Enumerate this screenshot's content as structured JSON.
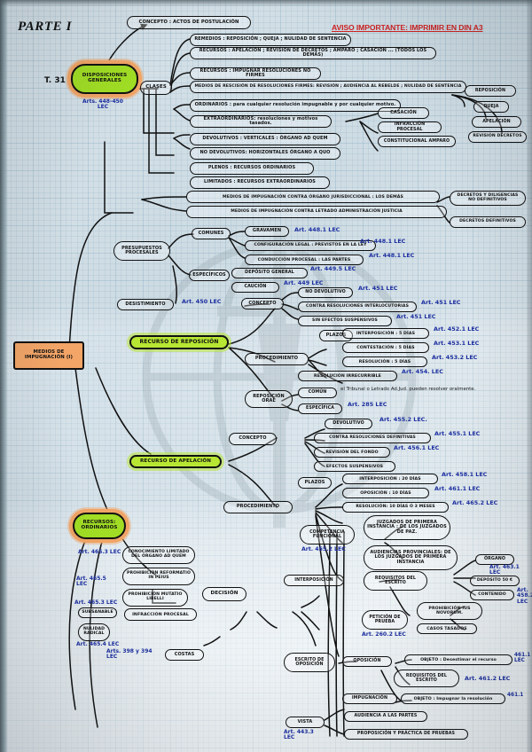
{
  "page": {
    "title": "PARTE I",
    "notice": "AVISO IMPORTANTE: IMPRIMIR EN DIN A3",
    "topic_ref": "T. 31",
    "colors": {
      "paper": "#d5e1e8",
      "grid": "#78a0b9",
      "ink": "#111111",
      "article_ink": "#1b2fa6",
      "notice_red": "#d42020",
      "highlight_green": "#b6e82b",
      "highlight_orange": "#f5a463"
    }
  },
  "nodes": {
    "disposiciones_generales": "DISPOSICIONES GENERALES",
    "disposiciones_generales_ref": "Arts. 448-450\nLEC",
    "clases": "CLASES",
    "concepto_top": "CONCEPTO : ACTOS DE POSTULACIÓN",
    "remedios": "REMEDIOS : REPOSICIÓN ; QUEJA ; NULIDAD DE SENTENCIA",
    "recursos_lista": "RECURSOS : APELACIÓN ; REVISIÓN DE DECRETOS ; AMPARO ; CASACIÓN ... (TODOS LOS DEMÁS)",
    "recursos_impugnar": "RECURSOS : Impugnar resoluciones no firmes",
    "medios_rescision": "MEDIOS DE RESCISIÓN DE RESOLUCIONES FIRMES: REVISIÓN ; AUDIENCIA AL REBELDE ; NULIDAD DE SENTENCIA",
    "ordinarios": "ORDINARIOS : para cualquier resolución impugnable y por cualquier motivo.",
    "extraordinarios": "EXTRAORDINARIOS: resoluciones y motivos tasados.",
    "casacion": "CASACIÓN",
    "infraccion_procesal": "INFRACCIÓN PROCESAL",
    "constitucional_amparo": "CONSTITUCIONAL AMPARO",
    "reposicion_r": "REPOSICIÓN",
    "queja_r": "QUEJA",
    "apelacion_r": "APELACIÓN",
    "revision_decretos_r": "REVISIÓN DECRETOS",
    "devolutivos": "DEVOLUTIVOS : VERTICALES : Órgano ad quem",
    "no_devolutivos": "NO DEVOLUTIVOS: HORIZONTALES  Órgano a quo",
    "plenos": "PLENOS : RECURSOS ORDINARIOS",
    "limitados": "LIMITADOS : RECURSOS EXTRAORDINARIOS",
    "medios_contra_organo": "MEDIOS DE IMPUGNACIÓN CONTRA ÓRGANO JURISDICCIONAL : LOS DEMÁS",
    "medios_contra_letrado": "MEDIOS DE IMPUGNACIÓN CONTRA LETRADO ADMINISTRACIÓN JUSTICIA",
    "decretos_no_definitivos": "DECRETOS Y DILIGENCIAS NO DEFINITIVOS",
    "decretos_definitivos": "DECRETOS DEFINITIVOS",
    "presupuestos_procesales": "PRESUPUESTOS PROCESALES",
    "comunes": "COMUNES",
    "especificos": "ESPECÍFICOS",
    "gravamen": "GRAVAMEN",
    "configuracion_legal": "CONFIGURACIÓN LEGAL : PREVISTOS EN LA LEY",
    "conduccion_procesal": "CONDUCCIÓN PROCESAL : LAS PARTES",
    "deposito_general": "DEPÓSITO GENERAL",
    "caucion": "CAUCIÓN",
    "desistimiento": "DESISTIMIENTO",
    "recurso_reposicion": "RECURSO DE REPOSICIÓN",
    "concepto_rep": "CONCEPTO",
    "no_devolutivo": "NO DEVOLUTIVO",
    "contra_interlocutorias": "CONTRA RESOLUCIONES INTERLOCUTORIAS",
    "sin_efectos_suspensivos": "SIN EFECTOS SUSPENSIVOS",
    "procedimiento_rep": "PROCEDIMIENTO",
    "plazos_rep": "PLAZOS",
    "interposicion_5": "INTERPOSICIÓN : 5 DÍAS",
    "contestacion_5": "CONTESTACIÓN : 5 DÍAS",
    "resolucion_5": "RESOLUCIÓN : 5 DÍAS",
    "resolucion_irrecurrible": "RESOLUCIÓN IRRECURRIBLE",
    "reposicion_oral": "REPOSICIÓN ORAL",
    "comun": "COMÚN",
    "comun_desc": "el Tribunal o Letrado Ad.Jud. pueden resolver oralmente.",
    "especifica": "ESPECÍFICA",
    "recurso_apelacion": "RECURSO DE APELACIÓN",
    "concepto_ape": "CONCEPTO",
    "devolutivo": "DEVOLUTIVO",
    "contra_definitivas": "CONTRA RESOLUCIONES DEFINITIVAS",
    "revision_fondo": "REVISIÓN DEL FONDO",
    "efectos_suspensivos": "EFECTOS SUSPENSIVOS",
    "procedimiento_ape": "PROCEDIMIENTO",
    "plazos_ape": "PLAZOS",
    "interposicion_20": "INTERPOSICIÓN : 20 DÍAS",
    "oposicion_10": "OPOSICIÓN : 10 DÍAS",
    "resolucion_10": "RESOLUCIÓN: 10 DÍAS ó 3 MESES",
    "competencia_funcional": "COMPETENCIA FUNCIONAL",
    "juzgados_primera": "JUZGADOS DE PRIMERA INSTANCIA : De los Juzgados de Paz.",
    "audiencias_provinciales": "AUDIENCIAS PROVINCIALES: De los Juzgados de Primera Instancia",
    "interposicion": "INTERPOSICIÓN",
    "requisitos_escrito": "REQUISITOS DEL ESCRITO",
    "organo": "ÓRGANO",
    "deposito_50": "DEPÓSITO 50 €",
    "contenido": "CONTENIDO",
    "peticion_prueba": "PETICIÓN DE PRUEBA",
    "prohibicion_ius": "PROHIBICIÓN IUS NOVORUM.",
    "casos_tasados": "CASOS TASADOS",
    "escrito_oposicion": "ESCRITO DE OPOSICIÓN",
    "oposicion": "OPOSICIÓN",
    "objeto_desestimar": "OBJETO : Desestimar el recurso",
    "requisitos_escrito2": "REQUISITOS DEL ESCRITO",
    "impugnacion": "IMPUGNACIÓN",
    "objeto_impugnar": "OBJETO : Impugnar la resolución",
    "vista": "VISTA",
    "audiencia_partes": "AUDIENCIA A LAS PARTES",
    "proposicion_practica": "PROPOSICIÓN Y PRÁCTICA DE PRUEBAS",
    "medios_impugnacion": "MEDIOS DE IMPUGNACIÓN (I)",
    "recursos_ordinarios": "RECURSOS: ORDINARIOS",
    "conocimiento_limitado": "CONOCIMIENTO LIMITADO DEL ÓRGANO AD QUEM",
    "prohibicion_reformatio": "PROHIBICIÓN REFORMATIO IN PEIUS",
    "prohibicion_mutatio": "PROHIBICIÓN MUTATIO LIBELLI",
    "decision": "DECISIÓN",
    "subsanable": "SUBSANABLE",
    "nulidad_radical": "NULIDAD RADICAL",
    "infraccion_procesal_dec": "INFRACCIÓN PROCESAL",
    "costas": "COSTAS"
  },
  "article_refs": {
    "a448_1_a": "Art. 448.1 LEC",
    "a448_1_b": "Art. 448.1 LEC",
    "a448_1_c": "Art. 448.1 LEC",
    "a449_5": "Art. 449.5 LEC",
    "a449": "Art. 449 LEC",
    "a450": "Art. 450 LEC",
    "a451_a": "Art. 451 LEC",
    "a451_b": "Art. 451 LEC",
    "a451_c": "Art. 451 LEC",
    "a452_1": "Art. 452.1 LEC",
    "a453_1": "Art. 453.1 LEC",
    "a453_2": "Art. 453.2 LEC",
    "a454": "Art. 454. LEC",
    "a285": "Art. 285 LEC",
    "a455_2": "Art. 455.2 LEC.",
    "a455_1": "Art. 455.1 LEC",
    "a456_1": "Art. 456.1 LEC",
    "a458_1": "Art. 458.1 LEC",
    "a461_1": "Art. 461.1 LEC",
    "a465_2": "Art. 465.2 LEC",
    "a455_2b": "Art. 455.2 LEC",
    "a463_1": "Art. 463.1\nLEC",
    "a458_2": "Art.\n458.2\nLEC",
    "a260_2": "Art. 260.2 LEC",
    "a461_1b": "461.1\nLEC",
    "a461_2": "Art. 461.2 LEC",
    "a461_1c": "461.1",
    "a443_3": "Art. 443.3\nLEC",
    "a465_3": "Art. 465.3 LEC",
    "a465_5": "Art. 465.5\nLEC",
    "a465_3b": "Art. 465.3 LEC",
    "a465_4": "Art. 465.4 LEC",
    "a398_394": "Arts. 398 y 394\nLEC"
  }
}
